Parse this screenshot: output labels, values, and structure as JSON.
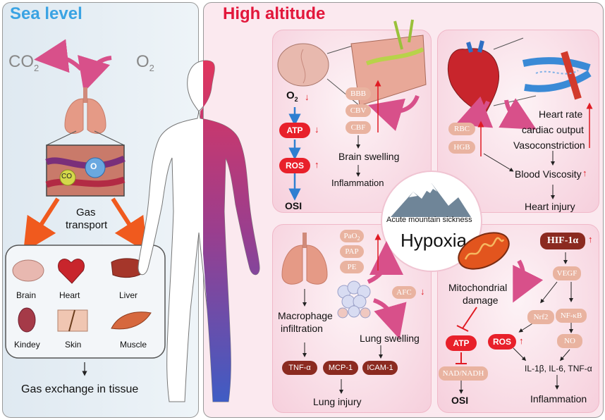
{
  "sea": {
    "title": "Sea level",
    "co2": "CO",
    "co2_sub": "2",
    "o2": "O",
    "o2_sub": "2",
    "alveolus_o2": "O",
    "alveolus_co": "CO",
    "transport_1": "Gas",
    "transport_2": "transport",
    "organs": [
      "Brain",
      "Heart",
      "Liver",
      "Kindey",
      "Skin",
      "Muscle"
    ],
    "exchange": "Gas exchange in tissue"
  },
  "high": {
    "title": "High altitude",
    "center_label": "Acute mountain sickness",
    "center_title": "Hypoxia",
    "brain": {
      "o2": "O",
      "o2_sub": "2",
      "atp": "ATP",
      "ros": "ROS",
      "osi": "OSI",
      "pills": [
        "BBB",
        "CBV",
        "CBF"
      ],
      "swelling": "Brain swelling",
      "inflammation": "Inflammation"
    },
    "heart": {
      "pills": [
        "RBC",
        "HGB"
      ],
      "rate": "Heart rate",
      "output": "cardiac output",
      "vaso": "Vasoconstriction",
      "viscosity": "Blood Viscosity",
      "injury": "Heart injury"
    },
    "lung": {
      "pao2": "PaO",
      "pao2_sub": "2",
      "pap": "PAP",
      "pe": "PE",
      "afc": "AFC",
      "macro_1": "Macrophage",
      "macro_2": "infiltration",
      "swelling": "Lung swelling",
      "cytokines": [
        "TNF-α",
        "MCP-1",
        "ICAM-1"
      ],
      "injury": "Lung injury"
    },
    "mito": {
      "hif": "HIF-1α",
      "vegf": "VEGF",
      "damage_1": "Mitochondrial",
      "damage_2": "damage",
      "nrf2": "Nrf2",
      "nfkb": "NF-κB",
      "ros": "ROS",
      "no": "NO",
      "atp": "ATP",
      "nad": "NAD/NADH",
      "osi": "OSI",
      "il": "IL-1β, IL-6, TNF-α",
      "inflammation": "Inflammation"
    }
  },
  "colors": {
    "sea_title": "#3aa3e3",
    "high_title": "#e2173b",
    "pink_arrow": "#d8508a",
    "blue_arrow": "#2f7fd1",
    "orange_arrow": "#f05a1e",
    "red": "#e8202a"
  }
}
